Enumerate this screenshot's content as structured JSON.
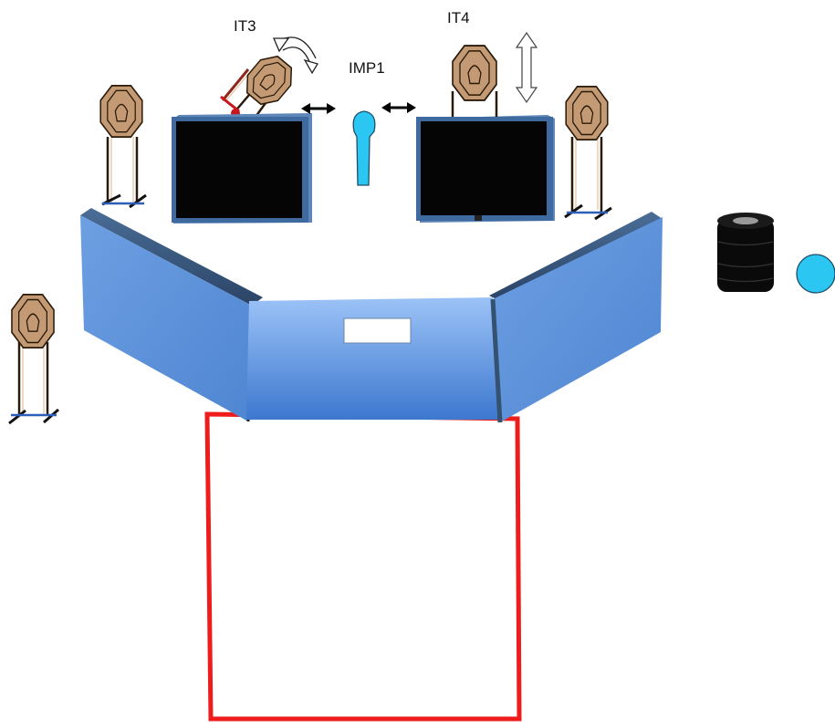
{
  "labels": {
    "it3": "IT3",
    "imp1": "IMP1",
    "it4": "IT4"
  },
  "colors": {
    "wall": "#5b8fd6",
    "target": "#c39a73",
    "no_shoot": "#2bc6f2",
    "fault_line": "#ef1c1c",
    "barrel": "#0a0a0a",
    "screen": "#050505"
  },
  "icons": [
    "paper-target-icon",
    "no-shoot-target-icon",
    "rotate-arrow-icon",
    "double-arrow-icon",
    "updown-arrow-icon",
    "barrel-stack-icon"
  ]
}
